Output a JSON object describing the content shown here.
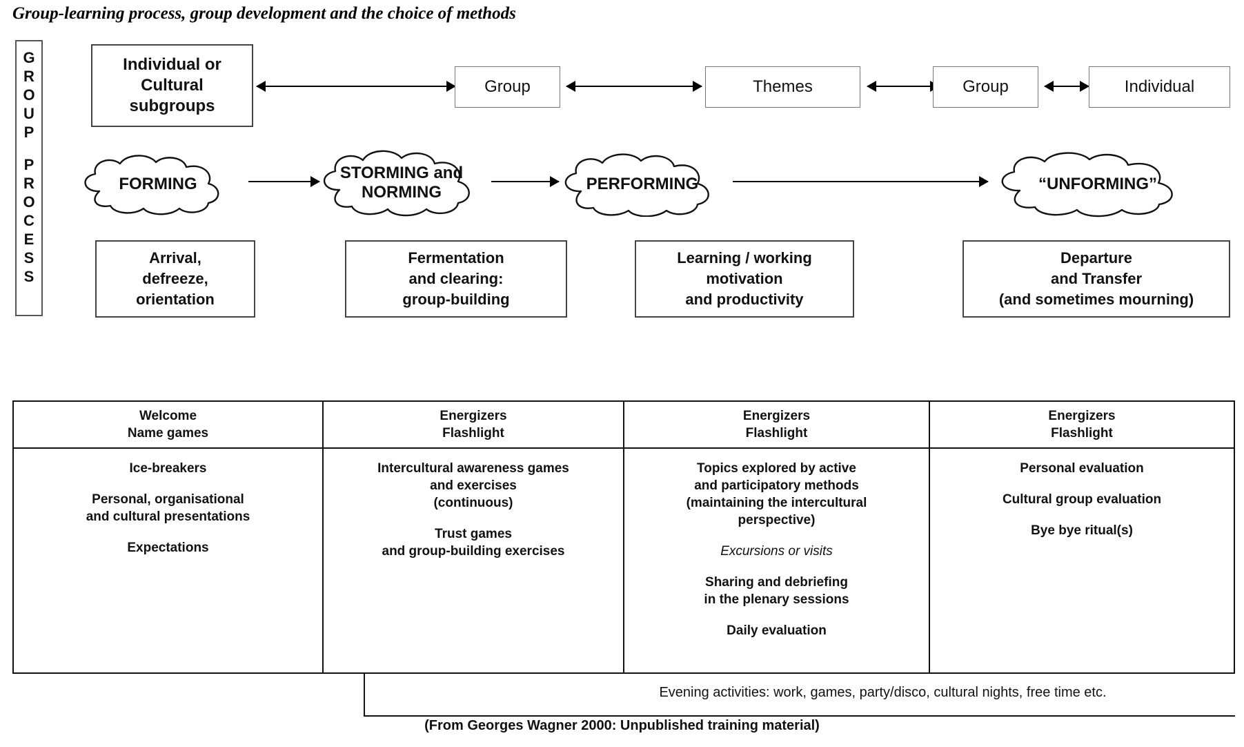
{
  "title": "Group-learning process, group development and the choice of methods",
  "rail": {
    "label": "GROUP PROCESS",
    "chars_line1": [
      "G",
      "R",
      "O",
      "U",
      "P"
    ],
    "chars_line2": [
      "P",
      "R",
      "O",
      "C",
      "E",
      "S",
      "S"
    ]
  },
  "top_row": {
    "boxes": [
      {
        "text": "Individual or\nCultural\nsubgroups",
        "lines": [
          "Individual or",
          "Cultural",
          "subgroups"
        ],
        "style": "bold"
      },
      {
        "text": "Group",
        "lines": [
          "Group"
        ],
        "style": "regular"
      },
      {
        "text": "Themes",
        "lines": [
          "Themes"
        ],
        "style": "regular"
      },
      {
        "text": "Group",
        "lines": [
          "Group"
        ],
        "style": "regular"
      },
      {
        "text": "Individual",
        "lines": [
          "Individual"
        ],
        "style": "regular"
      }
    ],
    "connectors": [
      "double-arrow",
      "double-arrow",
      "double-arrow",
      "double-arrow"
    ]
  },
  "clouds": [
    {
      "label": "FORMING",
      "lines": [
        "FORMING"
      ]
    },
    {
      "label": "STORMING and NORMING",
      "lines": [
        "STORMING and",
        "NORMING"
      ]
    },
    {
      "label": "PERFORMING",
      "lines": [
        "PERFORMING"
      ]
    },
    {
      "label": "“UNFORMING”",
      "lines": [
        "“UNFORMING”"
      ]
    }
  ],
  "cloud_connectors": [
    "right-arrow",
    "right-arrow",
    "right-arrow"
  ],
  "phase_boxes": [
    {
      "lines": [
        "Arrival,",
        "defreeze,",
        "orientation"
      ]
    },
    {
      "lines": [
        "Fermentation",
        "and clearing:",
        "group-building"
      ]
    },
    {
      "lines": [
        "Learning / working",
        "motivation",
        "and productivity"
      ]
    },
    {
      "lines": [
        "Departure",
        "and Transfer",
        "(and sometimes mourning)"
      ]
    }
  ],
  "methods_table": {
    "headers": [
      {
        "lines": [
          "Welcome",
          "Name games"
        ]
      },
      {
        "lines": [
          "Energizers",
          "Flashlight"
        ]
      },
      {
        "lines": [
          "Energizers",
          "Flashlight"
        ]
      },
      {
        "lines": [
          "Energizers",
          "Flashlight"
        ]
      }
    ],
    "columns": [
      {
        "entries": [
          {
            "lines": [
              "Ice-breakers"
            ],
            "italic": false
          },
          {
            "lines": [
              "Personal, organisational",
              "and cultural presentations"
            ],
            "italic": false
          },
          {
            "lines": [
              "Expectations"
            ],
            "italic": false
          }
        ]
      },
      {
        "entries": [
          {
            "lines": [
              "Intercultural awareness games",
              "and exercises",
              "(continuous)"
            ],
            "italic": false
          },
          {
            "lines": [
              "Trust games",
              "and group-building exercises"
            ],
            "italic": false
          }
        ]
      },
      {
        "entries": [
          {
            "lines": [
              "Topics explored by active",
              "and participatory methods",
              "(maintaining the intercultural",
              "perspective)"
            ],
            "italic": false
          },
          {
            "lines": [
              "Excursions or visits"
            ],
            "italic": true
          },
          {
            "lines": [
              "Sharing and debriefing",
              "in the plenary sessions"
            ],
            "italic": false
          },
          {
            "lines": [
              "Daily evaluation"
            ],
            "italic": false
          }
        ]
      },
      {
        "entries": [
          {
            "lines": [
              "Personal evaluation"
            ],
            "italic": false
          },
          {
            "lines": [
              "Cultural group evaluation"
            ],
            "italic": false
          },
          {
            "lines": [
              "Bye bye ritual(s)"
            ],
            "italic": false
          }
        ]
      }
    ]
  },
  "evening_note": "Evening activities: work, games, party/disco, cultural nights, free time  etc.",
  "credit": "(From Georges Wagner 2000: Unpublished training material)",
  "colors": {
    "ink": "#111111",
    "box_border": "#444444",
    "thin_border": "#777777",
    "background": "#ffffff"
  }
}
